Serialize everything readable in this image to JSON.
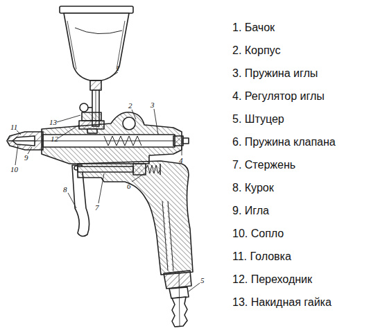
{
  "diagram": {
    "labels": [
      "1",
      "2",
      "3",
      "4",
      "5",
      "6",
      "7",
      "8",
      "9",
      "10",
      "11",
      "12",
      "13",
      "1. Бачок",
      "2. Корпус",
      "3. Пружина иглы",
      "4. Регулятор иглы",
      "5. Штуцер",
      "6. Пружина клапана",
      "7. Стержень",
      "8. Курок",
      "9. Игла",
      "10. Сопло",
      "11. Головка",
      "12. Переходник",
      "13. Накидная гайка"
    ]
  }
}
